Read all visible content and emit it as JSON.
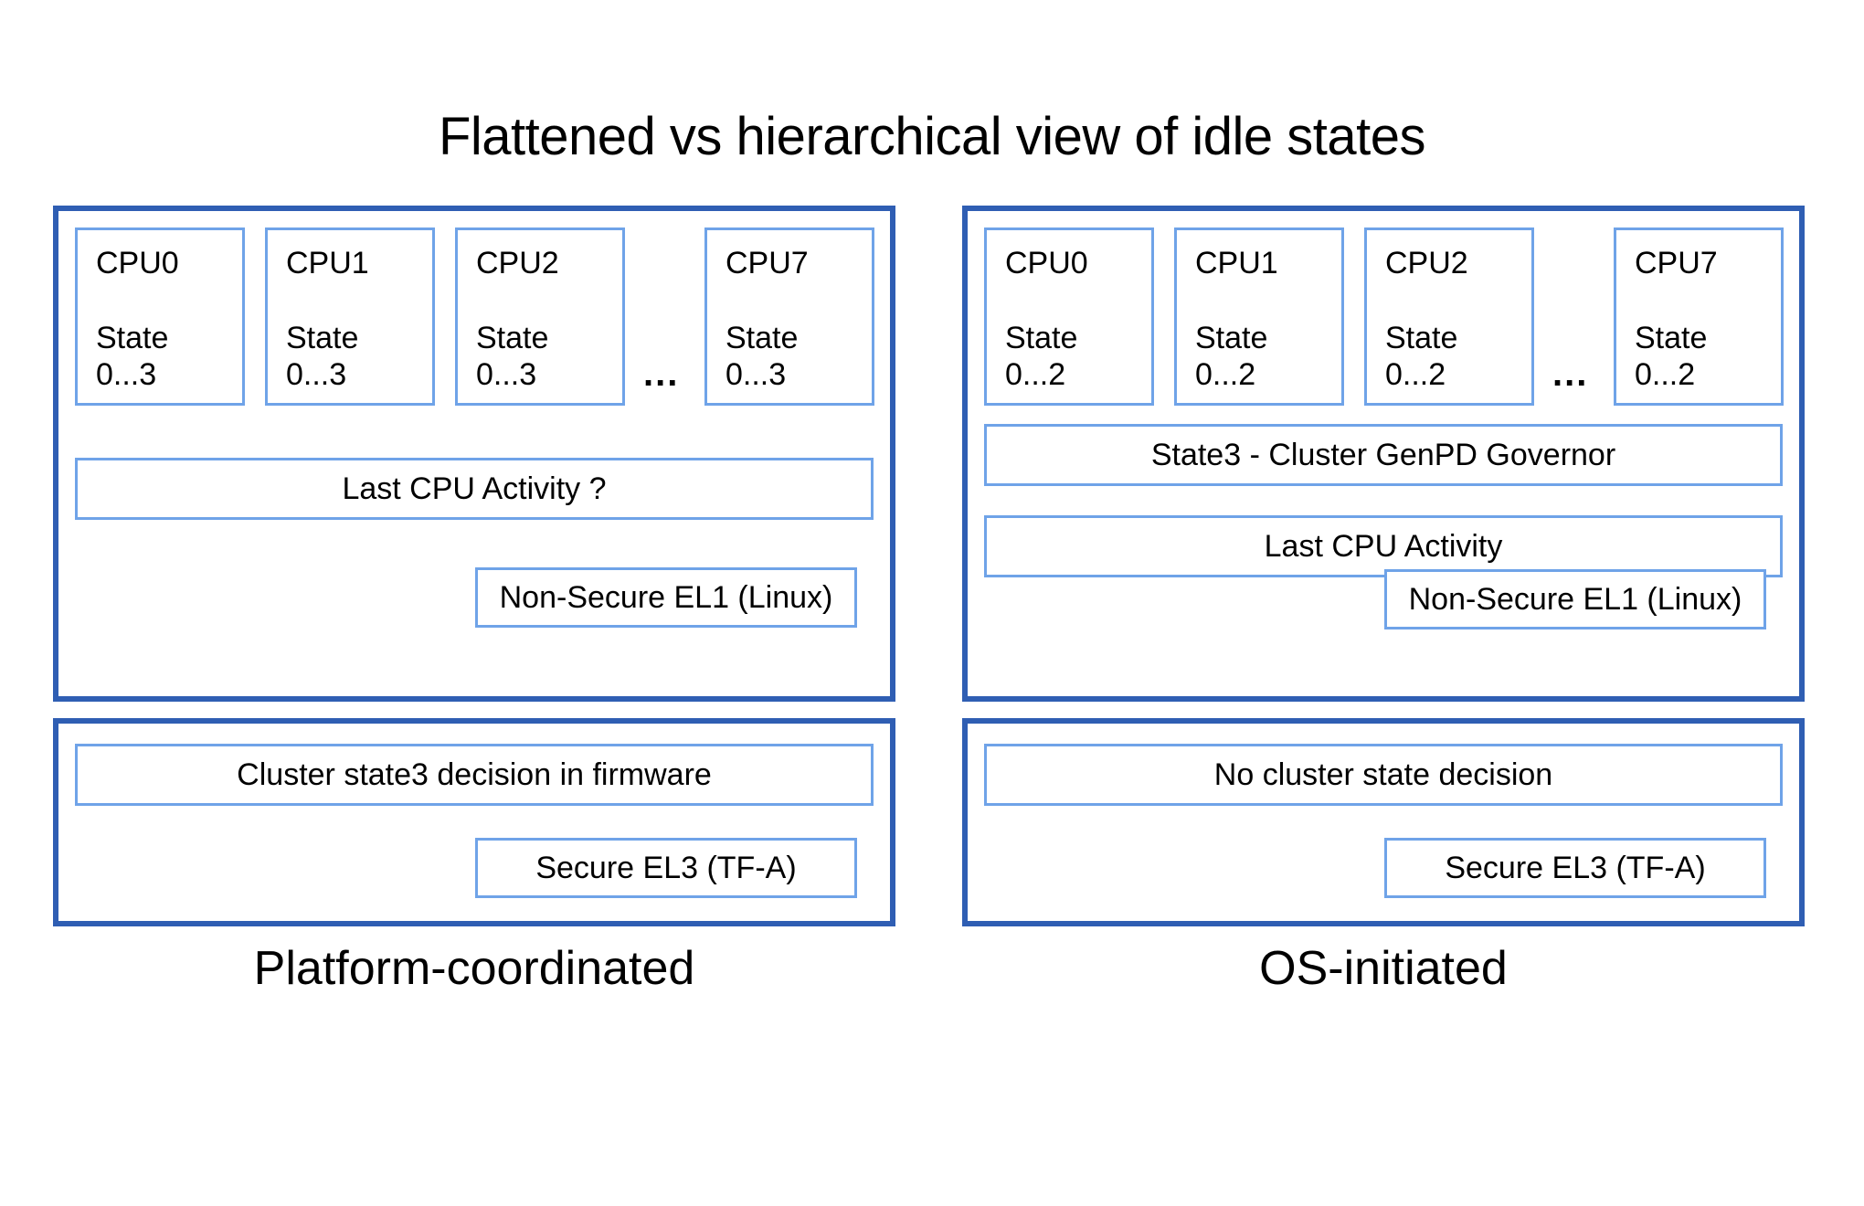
{
  "title": "Flattened vs hierarchical view of idle states",
  "colors": {
    "panel_border": "#2F5EB3",
    "box_border": "#6FA3E8",
    "background": "#FFFFFF",
    "text": "#000000"
  },
  "left_column": {
    "caption": "Platform-coordinated",
    "top_panel": {
      "cpus": [
        {
          "name": "CPU0",
          "state_label": "State",
          "state_range": "0...3"
        },
        {
          "name": "CPU1",
          "state_label": "State",
          "state_range": "0...3"
        },
        {
          "name": "CPU2",
          "state_label": "State",
          "state_range": "0...3"
        },
        {
          "name": "CPU7",
          "state_label": "State",
          "state_range": "0...3"
        }
      ],
      "ellipsis": "...",
      "last_cpu_activity": "Last CPU Activity ?",
      "exception_level": "Non-Secure EL1 (Linux)"
    },
    "bottom_panel": {
      "decision": "Cluster state3 decision in firmware",
      "exception_level": "Secure EL3 (TF-A)"
    }
  },
  "right_column": {
    "caption": "OS-initiated",
    "top_panel": {
      "cpus": [
        {
          "name": "CPU0",
          "state_label": "State",
          "state_range": "0...2"
        },
        {
          "name": "CPU1",
          "state_label": "State",
          "state_range": "0...2"
        },
        {
          "name": "CPU2",
          "state_label": "State",
          "state_range": "0...2"
        },
        {
          "name": "CPU7",
          "state_label": "State",
          "state_range": "0...2"
        }
      ],
      "ellipsis": "...",
      "governor": "State3 - Cluster GenPD Governor",
      "last_cpu_activity": "Last CPU Activity",
      "exception_level": "Non-Secure EL1 (Linux)"
    },
    "bottom_panel": {
      "decision": "No cluster state decision",
      "exception_level": "Secure EL3 (TF-A)"
    }
  }
}
